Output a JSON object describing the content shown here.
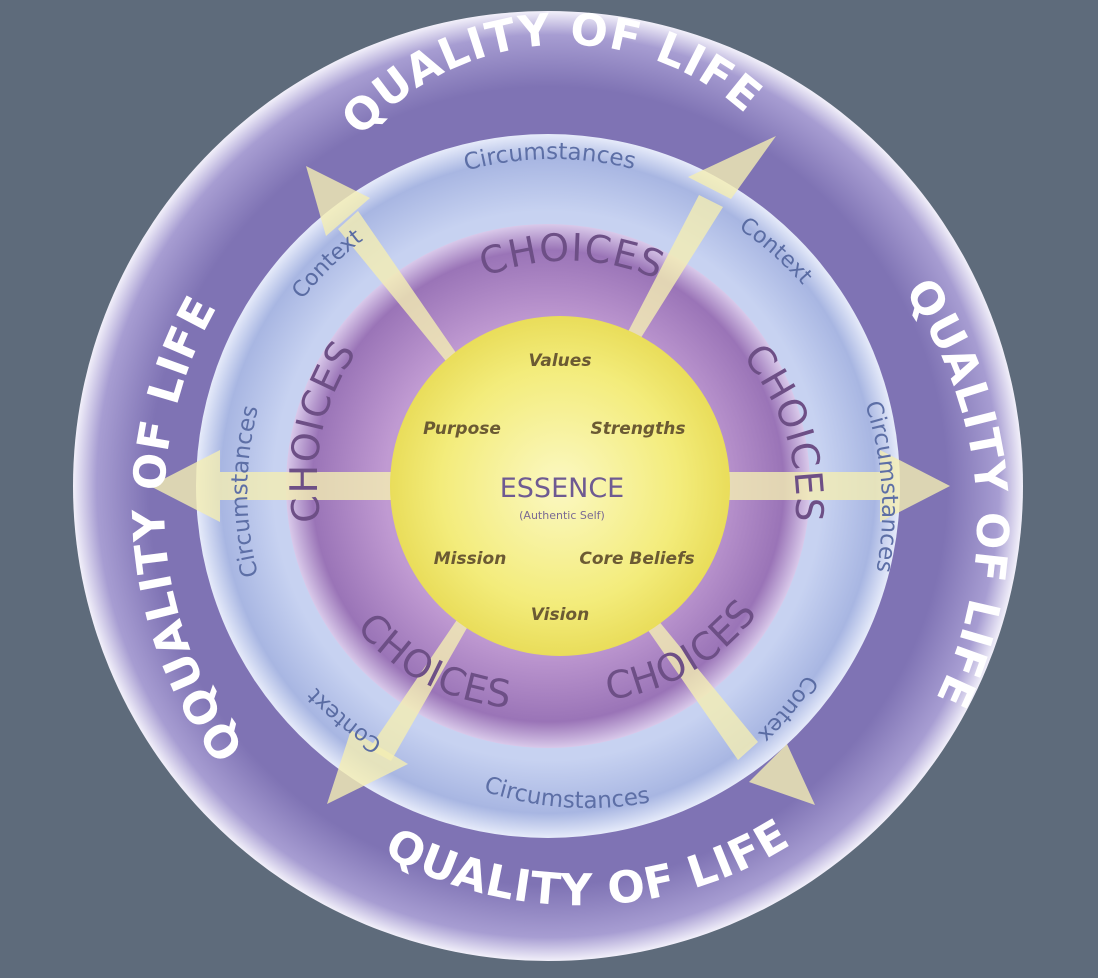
{
  "diagram": {
    "outer_ring_label": "QUALITY OF LIFE",
    "outer_ring_label_left": "QQUALITY OF LIFE",
    "circumstances_label": "Circumstances",
    "context_label": "Context",
    "context_label_short": "Contex",
    "choices_label": "CHOICES",
    "center_title": "ESSENCE",
    "center_subtitle": "(Authentic Self)",
    "core_items": {
      "values": "Values",
      "strengths": "Strengths",
      "purpose": "Purpose",
      "mission": "Mission",
      "core_beliefs": "Core Beliefs",
      "vision": "Vision"
    }
  },
  "colors": {
    "background": "#5e6b7b",
    "outer_ring": "#8e82bf",
    "circumstances_ring": "#aab9e3",
    "choices_ring": "#a47fbd",
    "essence_core": "#f1ea74",
    "arrows": "#f4eeb3"
  }
}
